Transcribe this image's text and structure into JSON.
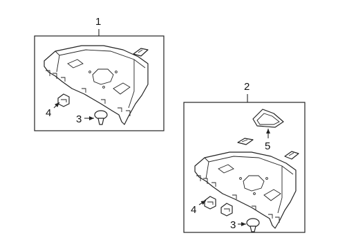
{
  "callouts": {
    "c1": "1",
    "c2": "2",
    "c3a": "3",
    "c3b": "3",
    "c4a": "4",
    "c4b": "4",
    "c5": "5"
  }
}
